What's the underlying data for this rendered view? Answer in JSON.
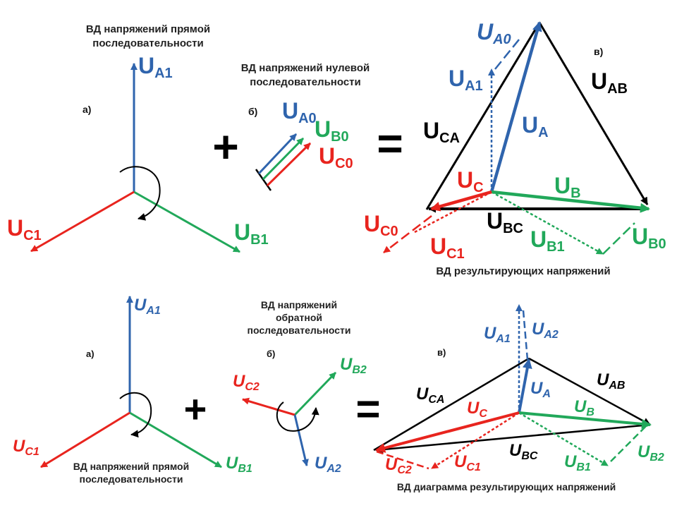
{
  "colors": {
    "blue": "#2f64ad",
    "green": "#21a85a",
    "red": "#e8241e",
    "black": "#000000"
  },
  "top": {
    "caption_positive_1": "ВД напряжений прямой",
    "caption_positive_2": "последовательности",
    "caption_zero_1": "ВД напряжений нулевой",
    "caption_zero_2": "последовательности",
    "caption_result": "ВД результирующих напряжений",
    "mark_a": "а)",
    "mark_b": "б)",
    "mark_v": "в)",
    "labels": {
      "UA1": {
        "main": "U",
        "sub": "A1"
      },
      "UB1": {
        "main": "U",
        "sub": "B1"
      },
      "UC1": {
        "main": "U",
        "sub": "C1"
      },
      "UA0": {
        "main": "U",
        "sub": "A0"
      },
      "UB0": {
        "main": "U",
        "sub": "B0"
      },
      "UC0": {
        "main": "U",
        "sub": "C0"
      },
      "R_UA0": {
        "main": "U",
        "sub": "A0"
      },
      "R_UA1": {
        "main": "U",
        "sub": "A1"
      },
      "R_UA": {
        "main": "U",
        "sub": "A"
      },
      "R_UAB": {
        "main": "U",
        "sub": "AB"
      },
      "R_UCA": {
        "main": "U",
        "sub": "CA"
      },
      "R_UC": {
        "main": "U",
        "sub": "C"
      },
      "R_UB": {
        "main": "U",
        "sub": "B"
      },
      "R_UBC": {
        "main": "U",
        "sub": "BC"
      },
      "R_UC0": {
        "main": "U",
        "sub": "C0"
      },
      "R_UC1": {
        "main": "U",
        "sub": "C1"
      },
      "R_UB1": {
        "main": "U",
        "sub": "B1"
      },
      "R_UB0": {
        "main": "U",
        "sub": "B0"
      }
    }
  },
  "bottom": {
    "caption_positive_1": "ВД напряжений прямой",
    "caption_positive_2": "последовательности",
    "caption_negative_1": "ВД напряжений",
    "caption_negative_2": "обратной",
    "caption_negative_3": "последовательности",
    "caption_result": "ВД диаграмма результирующих напряжений",
    "mark_a": "а)",
    "mark_b": "б)",
    "mark_v": "в)",
    "labels": {
      "UA1": {
        "main": "U",
        "sub": "A1"
      },
      "UB1": {
        "main": "U",
        "sub": "B1"
      },
      "UC1": {
        "main": "U",
        "sub": "C1"
      },
      "UA2": {
        "main": "U",
        "sub": "A2"
      },
      "UB2": {
        "main": "U",
        "sub": "B2"
      },
      "UC2": {
        "main": "U",
        "sub": "C2"
      },
      "R_UA1": {
        "main": "U",
        "sub": "A1"
      },
      "R_UA2": {
        "main": "U",
        "sub": "A2"
      },
      "R_UA": {
        "main": "U",
        "sub": "A"
      },
      "R_UAB": {
        "main": "U",
        "sub": "AB"
      },
      "R_UCA": {
        "main": "U",
        "sub": "CA"
      },
      "R_UC": {
        "main": "U",
        "sub": "C"
      },
      "R_UB": {
        "main": "U",
        "sub": "B"
      },
      "R_UBC": {
        "main": "U",
        "sub": "BC"
      },
      "R_UC2": {
        "main": "U",
        "sub": "C2"
      },
      "R_UC1": {
        "main": "U",
        "sub": "C1"
      },
      "R_UB1": {
        "main": "U",
        "sub": "B1"
      },
      "R_UB2": {
        "main": "U",
        "sub": "B2"
      }
    }
  },
  "operators": {
    "plus": "+",
    "equals": "="
  }
}
